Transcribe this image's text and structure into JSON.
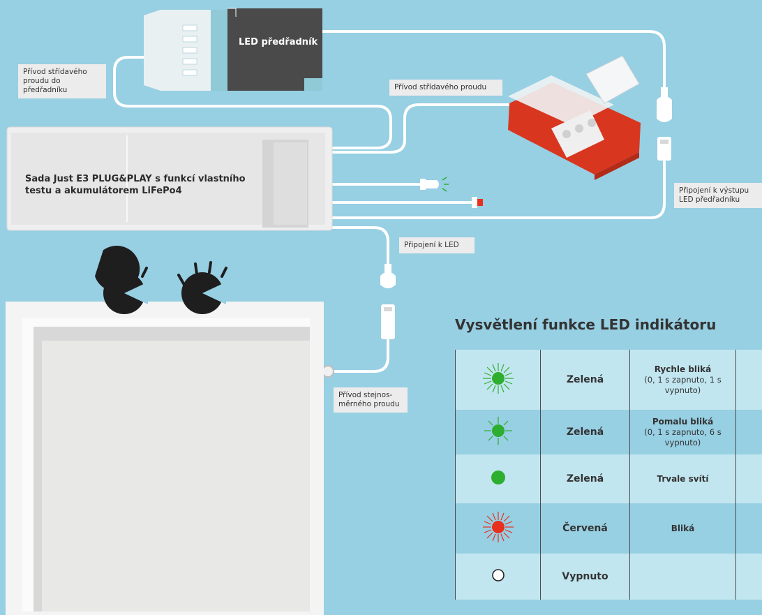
{
  "ballast": {
    "title": "LED předřadník"
  },
  "kit": {
    "label": "Sada Just E3 PLUG&PLAY s funkcí vlastního testu a akumulátorem LiFePo4"
  },
  "labels": {
    "ac_to_ballast": "Přívod střídavého proudu do předřadníku",
    "ac_supply": "Přívod střídavého proudu",
    "ballast_output": "Připojení k výstupu LED předřadníku",
    "led_connection": "Připojení k LED",
    "dc_supply": "Přívod stejnos-měrného proudu"
  },
  "legend": {
    "title": "Vysvětlení funkce LED indikátoru",
    "rows": [
      {
        "icon": "green-fast-blink-icon",
        "colour": "Zelená",
        "mode_title": "Rychle bliká",
        "mode_detail": "(0, 1 s zapnuto, 1 s vypnuto)"
      },
      {
        "icon": "green-slow-blink-icon",
        "colour": "Zelená",
        "mode_title": "Pomalu bliká",
        "mode_detail": "(0, 1 s zapnuto, 6 s vypnuto)"
      },
      {
        "icon": "green-steady-icon",
        "colour": "Zelená",
        "mode_title": "Trvale svítí",
        "mode_detail": ""
      },
      {
        "icon": "red-blink-icon",
        "colour": "Červená",
        "mode_title": "Bliká",
        "mode_detail": ""
      },
      {
        "icon": "off-icon",
        "colour": "Vypnuto",
        "mode_title": "",
        "mode_detail": ""
      }
    ]
  },
  "colors": {
    "background": "#97cfe3",
    "row_alt": "#c2e6f0",
    "green": "#2eae2e",
    "red": "#e8301e",
    "wire": "#ffffff",
    "dark": "#4a4a4a"
  }
}
